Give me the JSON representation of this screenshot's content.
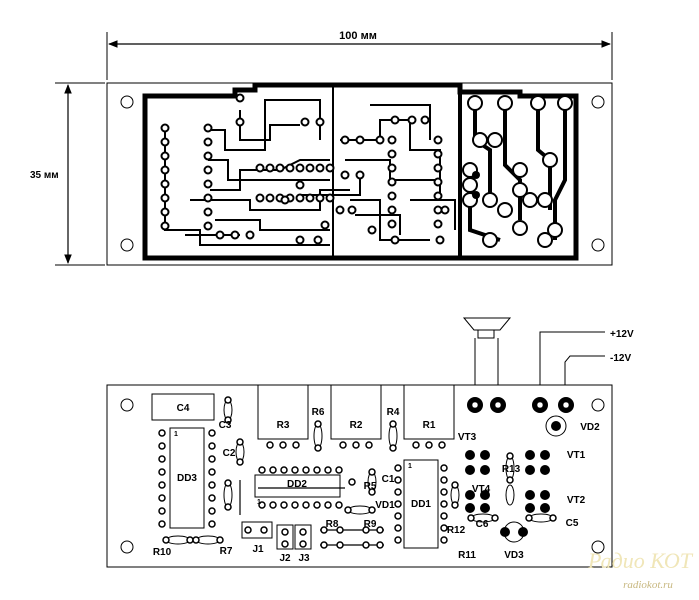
{
  "dimensions": {
    "width_label": "100 мм",
    "height_label": "35 мм"
  },
  "components": {
    "C4": "C4",
    "C3": "C3",
    "C2": "C2",
    "DD3": "DD3",
    "R3": "R3",
    "R6": "R6",
    "R2": "R2",
    "R4": "R4",
    "R1": "R1",
    "DD2": "DD2",
    "R5": "R5",
    "C1": "C1",
    "VD1": "VD1",
    "DD1": "DD1",
    "R8": "R8",
    "R9": "R9",
    "R10": "R10",
    "R7": "R7",
    "J1": "J1",
    "J2": "J2",
    "J3": "J3",
    "VT3": "VT3",
    "VT1": "VT1",
    "R13": "R13",
    "VT4": "VT4",
    "VT2": "VT2",
    "R12": "R12",
    "C6": "C6",
    "C5": "C5",
    "R11": "R11",
    "VD3": "VD3",
    "VD2": "VD2"
  },
  "pin_markers": {
    "dd3_pin1": "1",
    "dd2_pin1": "1",
    "dd1_pin1": "1"
  },
  "power": {
    "plus": "+12V",
    "minus": "-12V"
  },
  "watermark": {
    "text": "Радио КОТ",
    "url": "radiokot.ru"
  }
}
